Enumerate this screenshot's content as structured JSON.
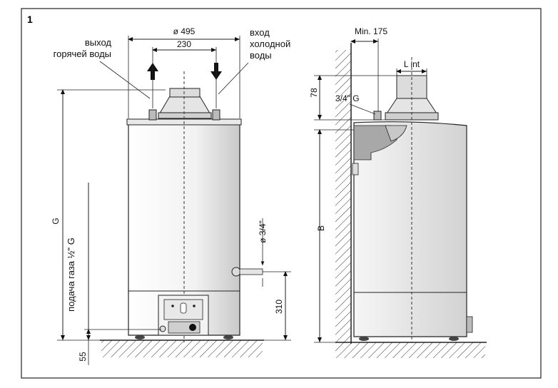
{
  "figure": {
    "number": "1"
  },
  "labels": {
    "hot_water_line1": "выход",
    "hot_water_line2": "горячей воды",
    "cold_water_line1": "вход",
    "cold_water_line2": "холодной",
    "cold_water_line3": "воды",
    "gas_supply": "подача газа ½\" G",
    "g_label": "G",
    "b_label": "B",
    "l_int": "L int",
    "connector_34g": "3/4\" G",
    "dia_34": "ø 3/4\""
  },
  "dimensions": {
    "width_495": "ø 495",
    "width_230": "230",
    "min_175": "Min. 175",
    "h_78": "78",
    "h_310": "310",
    "h_55": "55"
  },
  "colors": {
    "line": "#222222",
    "body_light": "#f4f4f4",
    "body_dark": "#cfcfcf",
    "insulation_grey": "#a8a8a8"
  }
}
